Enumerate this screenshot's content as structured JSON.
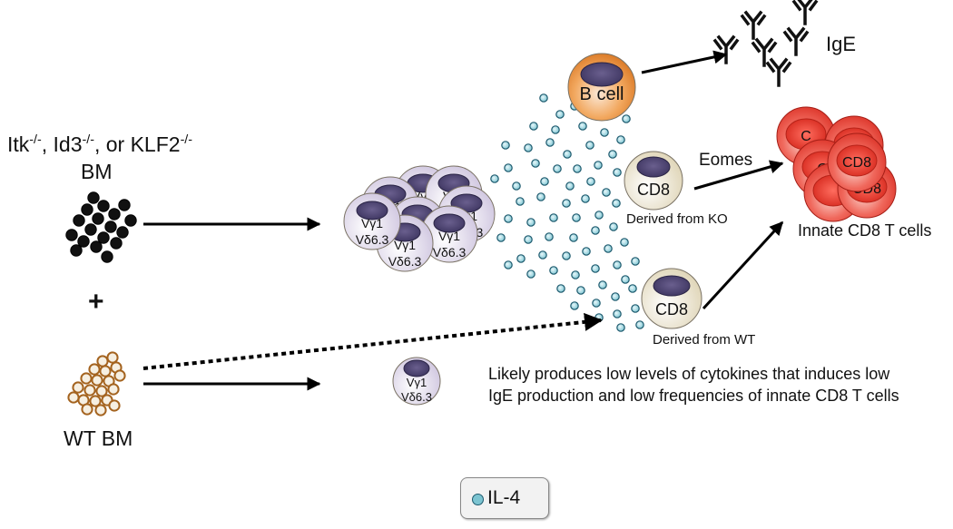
{
  "donor_bm": {
    "mutants": [
      {
        "name": "Itk",
        "sup": "-/-",
        "sep": ", "
      },
      {
        "name": "Id3",
        "sup": "-/-",
        "sep": ", or "
      },
      {
        "name": "KLF2",
        "sup": "-/-",
        "sep": ""
      }
    ],
    "bm_label": "BM"
  },
  "plus_sign": "+",
  "wt_bm_label": "WT BM",
  "gd_cell": {
    "line1": "Vγ1",
    "line2": "Vδ6.3"
  },
  "b_cell_label": "B cell",
  "ige_label": "IgE",
  "cd8_label": "CD8",
  "derived_from_ko": "Derived from KO",
  "derived_from_wt": "Derived from WT",
  "eomes_label": "Eomes",
  "innate_cd8_label": "Innate CD8 T cells",
  "note_line1": "Likely produces low levels of cytokines that induces low",
  "note_line2": "IgE production and low frequencies of innate CD8 T cells",
  "legend": {
    "il4_label": "IL-4"
  },
  "colors": {
    "cytokine_fill": "#7cc4d1",
    "cytokine_stroke": "#1e5a6e",
    "b_cell": "#e9852c",
    "innate_cd8": "#e8342b",
    "gd_cell": "#d8cfe6",
    "nucleus": "#4e4570",
    "cd8_cell": "#ece3c8",
    "wt_bm_fill": "#f6efe2",
    "wt_bm_stroke": "#a4631f"
  }
}
